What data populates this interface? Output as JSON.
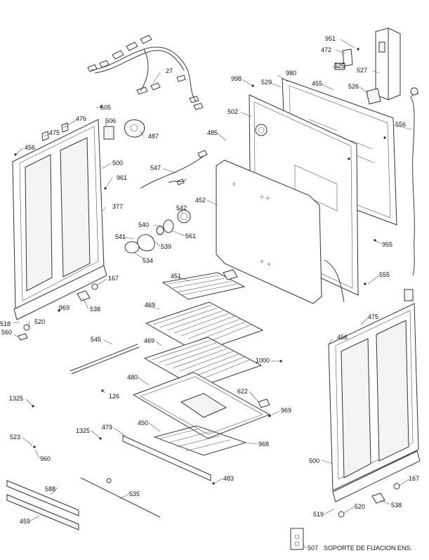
{
  "labels": {
    "l951": "951",
    "l472": "472",
    "l998": "998",
    "l980": "980",
    "l525": "525",
    "l527": "527",
    "l529": "529",
    "l455": "455",
    "l526": "526",
    "l27": "27",
    "l505": "505",
    "l476": "476",
    "l506": "506",
    "l475a": "475",
    "l487": "487",
    "l502": "502",
    "l556": "556",
    "l485": "485",
    "l456a": "456",
    "l500a": "500",
    "l961": "961",
    "l547": "547",
    "l452": "452",
    "l377": "377",
    "l542": "542",
    "l540": "540",
    "l561": "561",
    "l541": "541",
    "l539": "539",
    "l955": "955",
    "l534": "534",
    "l555": "555",
    "l451": "451",
    "l167a": "167",
    "l469a": "469",
    "l538a": "538",
    "l969a": "969",
    "l518": "518",
    "l520a": "520",
    "l560": "560",
    "l475b": "475",
    "l545": "545",
    "l469b": "469",
    "l456b": "456",
    "l1000": "1000",
    "l480": "480",
    "l1325a": "1325",
    "l126": "126",
    "l622": "622",
    "l969b": "969",
    "l1325b": "1325",
    "l479": "479",
    "l450": "450",
    "l523": "523",
    "l968": "968",
    "l960": "960",
    "l500b": "500",
    "l167b": "167",
    "l483": "483",
    "l588": "588",
    "l535": "535",
    "l538b": "538",
    "l519": "519",
    "l520b": "520",
    "l459": "459",
    "l507": "507"
  },
  "caption": "SOPORTE DE FIJACION ENS."
}
